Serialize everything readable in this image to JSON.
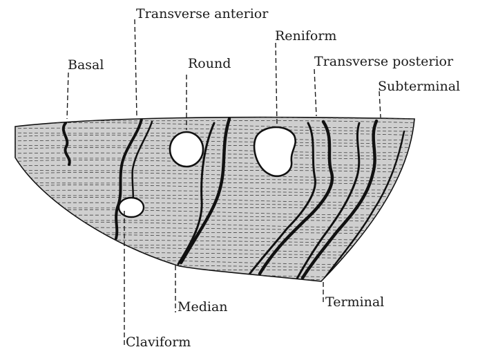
{
  "diagram": {
    "labels": {
      "transverse_anterior": "Transverse anterior",
      "basal": "Basal",
      "round": "Round",
      "reniform": "Reniform",
      "transverse_posterior": "Transverse posterior",
      "subterminal": "Subterminal",
      "median": "Median",
      "terminal": "Terminal",
      "claviform": "Claviform"
    }
  }
}
